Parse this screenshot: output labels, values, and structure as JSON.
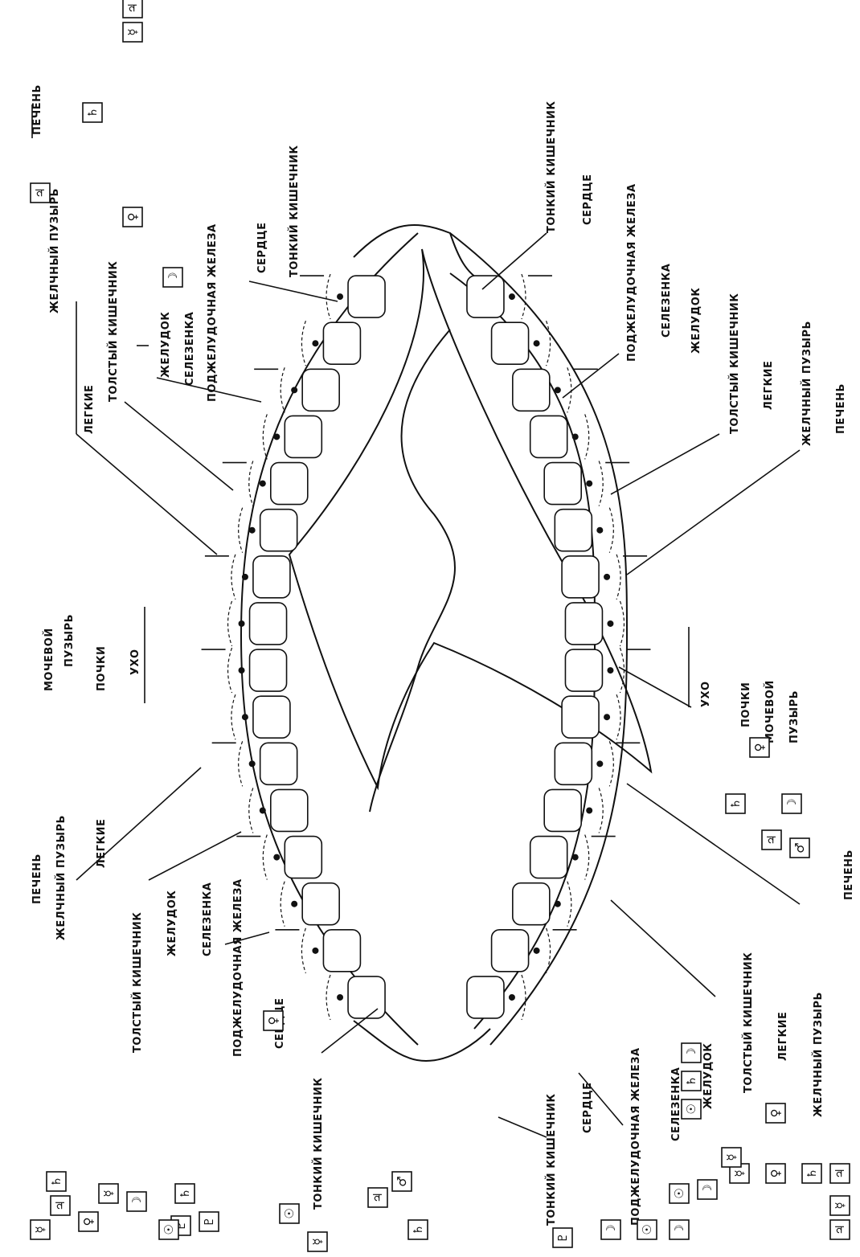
{
  "symbols": {
    "jupiter": "♃",
    "saturn": "♄",
    "venus": "♀",
    "mercury": "☿",
    "moon": "☽",
    "sun": "☉",
    "mars": "♂",
    "pluto": "♇"
  },
  "groups": {
    "upper_left": {
      "g1": {
        "liver": "ПЕЧЕНЬ",
        "gall": "ЖЕЛЧНЫЙ ПУЗЫРЬ"
      },
      "g2": {
        "lungs": "ЛЕГКИЕ",
        "colon": "ТОЛСТЫЙ КИШЕЧНИК"
      },
      "g3": {
        "stomach": "ЖЕЛУДОК",
        "spleen": "СЕЛЕЗЕНКА",
        "pancreas": "ПОДЖЕЛУДОЧНАЯ ЖЕЛЕЗА"
      },
      "g4": {
        "heart": "СЕРДЦЕ",
        "small": "ТОНКИЙ КИШЕЧНИК"
      }
    },
    "upper_right": {
      "g4": {
        "small": "ТОНКИЙ КИШЕЧНИК",
        "heart": "СЕРДЦЕ"
      },
      "g3": {
        "pancreas": "ПОДЖЕЛУДОЧНАЯ ЖЕЛЕЗА",
        "spleen": "СЕЛЕЗЕНКА",
        "stomach": "ЖЕЛУДОК"
      },
      "g2": {
        "colon": "ТОЛСТЫЙ КИШЕЧНИК",
        "lungs": "ЛЕГКИЕ"
      },
      "g1": {
        "gall": "ЖЕЛЧНЫЙ ПУЗЫРЬ",
        "liver": "ПЕЧЕНЬ"
      }
    },
    "lower_left": {
      "g1": {
        "liver": "ПЕЧЕНЬ",
        "gall": "ЖЕЛЧНЫЙ ПУЗЫРЬ"
      },
      "g2": {
        "lungs": "ЛЕГКИЕ",
        "colon": "ТОЛСТЫЙ КИШЕЧНИК"
      },
      "g3": {
        "stomach": "ЖЕЛУДОК",
        "spleen": "СЕЛЕЗЕНКА",
        "pancreas": "ПОДЖЕЛУДОЧНАЯ ЖЕЛЕЗА"
      },
      "g4": {
        "heart": "СЕРДЦЕ",
        "small": "ТОНКИЙ КИШЕЧНИК"
      }
    },
    "lower_right": {
      "g4": {
        "small": "ТОНКИЙ КИШЕЧНИК",
        "heart": "СЕРДЦЕ"
      },
      "g3": {
        "pancreas": "ПОДЖЕЛУДОЧНАЯ ЖЕЛЕЗА",
        "spleen": "СЕЛЕЗЕНКА",
        "stomach": "ЖЕЛУДОК"
      },
      "g2": {
        "colon": "ТОЛСТЫЙ КИШЕЧНИК",
        "lungs": "ЛЕГКИЕ"
      },
      "g1": {
        "gall": "ЖЕЛЧНЫЙ ПУЗЫРЬ",
        "liver": "ПЕЧЕНЬ"
      }
    },
    "center_lower": {
      "bladder1": "МОЧЕВОЙ",
      "bladder2": "ПУЗЫРЬ",
      "kidneys": "ПОЧКИ",
      "ear": "УХО"
    },
    "center_upper": {
      "ear": "УХО",
      "kidneys": "ПОЧКИ",
      "bladder1": "МОЧЕВОЙ",
      "bladder2": "ПУЗЫРЬ"
    }
  }
}
